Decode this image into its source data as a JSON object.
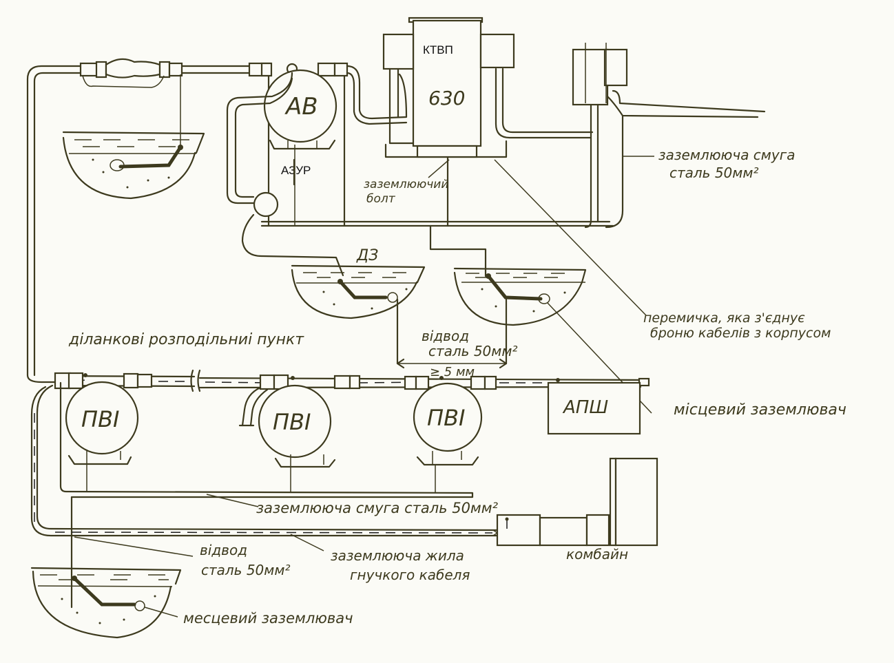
{
  "diagram": {
    "title": "Схема заземлення дільничного розподільного пункту",
    "equipment": {
      "transformer": {
        "type": "КТВП",
        "rating": "630"
      },
      "automatic_breaker": "АВ",
      "leakage_relay": "АЗУР",
      "distribution_point_label": "діланкові розподільниі пункт",
      "starters": [
        "ПВІ",
        "ПВІ",
        "ПВІ"
      ],
      "lighting_unit": "АПШ",
      "combine": "комбайн",
      "central_earth": "ДЗ"
    },
    "annotations": {
      "grounding_strip_top": [
        "заземлююча смуга",
        "сталь 50мм²"
      ],
      "grounding_bolt": [
        "заземлюючий",
        "болт"
      ],
      "jumper": [
        "перемичка, яка з'єднує",
        "броню кабелів з корпусом"
      ],
      "local_earth_right": "місцевий заземлювач",
      "branch_top": [
        "відвод",
        "сталь 50мм²"
      ],
      "min_distance": "≥ 5 мм",
      "grounding_strip_bottom": "заземлююча смуга сталь 50мм²",
      "branch_bottom": [
        "відвод",
        "сталь 50мм²"
      ],
      "flexible_cable_core": [
        "заземлююча жила",
        "гнучкого кабеля"
      ],
      "local_earth_bottom": "месцевий заземлювач"
    }
  }
}
